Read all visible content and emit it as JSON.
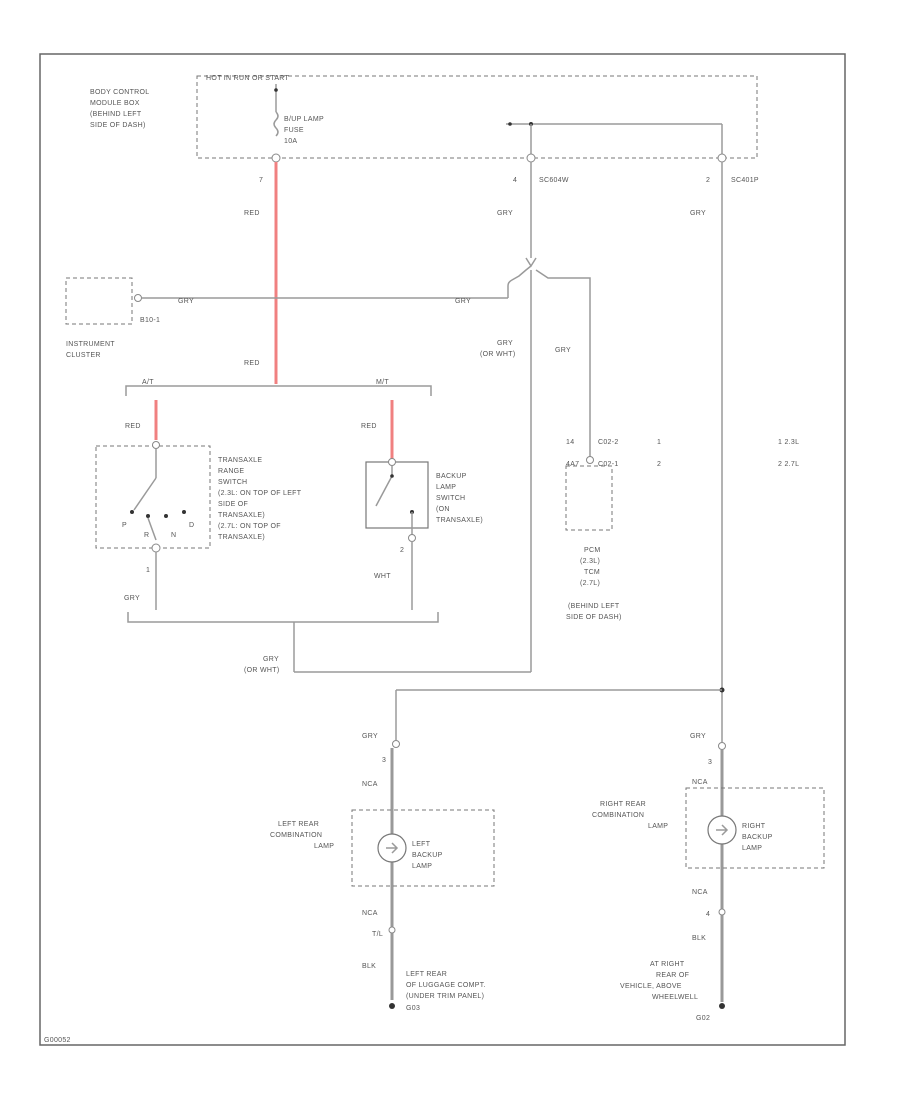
{
  "colors": {
    "wire": "#9a9a9a",
    "power_wire": "#f08080",
    "frame": "#666666"
  },
  "bcm": {
    "title_lines": [
      "BODY CONTROL",
      "MODULE BOX",
      "(BEHIND LEFT",
      "SIDE OF DASH)"
    ],
    "hot_label": "HOT IN RUN OR START",
    "fuse_lines": [
      "B/UP LAMP",
      "FUSE",
      "10A"
    ]
  },
  "pins": {
    "p7": "7",
    "p4": "4",
    "p2": "2",
    "p3r": "3",
    "p3l": "3",
    "p2bu": "2",
    "p1": "1",
    "p4g": "4",
    "p1r": "1",
    "p14": "14"
  },
  "splices": {
    "s_left": "SC604W",
    "s_right": "SC401P"
  },
  "wires": {
    "red1": "RED",
    "red2": "RED",
    "red3": "RED",
    "red4": "RED",
    "gry_s1": "GRY",
    "gry_s2": "GRY",
    "gry_tr": "GRY",
    "gry_cluster": "GRY",
    "gry_mid": "GRY",
    "gry_or_wht1": [
      "GRY",
      "(OR WHT)"
    ],
    "gry_pcm": "GRY",
    "gry_lr": "GRY",
    "gry_rr": "GRY",
    "wht_bu": "WHT",
    "gry_or_wht2": [
      "GRY",
      "(OR WHT)"
    ],
    "nca_lr1": "NCA",
    "nca_lr2": "NCA",
    "nca_rr1": "NCA",
    "nca_rr2": "NCA",
    "blk_l": "BLK",
    "blk_r": "BLK"
  },
  "cluster": {
    "pin": "B10-1",
    "label_lines": [
      "INSTRUMENT",
      "CLUSTER"
    ]
  },
  "branches": {
    "at": "A/T",
    "mt": "M/T"
  },
  "range_switch": {
    "label_lines": [
      "TRANSAXLE",
      "RANGE",
      "SWITCH",
      "(2.3L: ON TOP OF LEFT",
      "SIDE OF",
      "TRANSAXLE)",
      "(2.7L: ON TOP OF",
      "TRANSAXLE)"
    ],
    "positions": [
      "P",
      "R",
      "N",
      "D"
    ]
  },
  "backup_switch": {
    "label_lines": [
      "BACKUP",
      "LAMP",
      "SWITCH",
      "(ON",
      "TRANSAXLE)"
    ]
  },
  "pcm": {
    "row1": [
      "14",
      "C02-2",
      "1"
    ],
    "row2": [
      "4A7",
      "C02-1",
      "2"
    ],
    "label_lines": [
      "PCM",
      "(2.3L)",
      "TCM",
      "(2.7L)",
      "(BEHIND LEFT",
      "SIDE OF DASH)"
    ],
    "legend": [
      "1  2.3L",
      "2  2.7L"
    ]
  },
  "left_lamp": {
    "housing_lines": [
      "LEFT REAR",
      "COMBINATION",
      "LAMP"
    ],
    "bulb_lines": [
      "LEFT",
      "BACKUP",
      "LAMP"
    ],
    "connector": "T/L"
  },
  "right_lamp": {
    "housing_lines": [
      "RIGHT REAR",
      "COMBINATION",
      "LAMP"
    ],
    "bulb_lines": [
      "RIGHT",
      "BACKUP",
      "LAMP"
    ]
  },
  "grounds": {
    "left_lines": [
      "LEFT REAR",
      "OF LUGGAGE COMPT.",
      "(UNDER TRIM PANEL)"
    ],
    "left_id": "G03",
    "right_lines": [
      "AT RIGHT",
      "REAR OF",
      "VEHICLE, ABOVE",
      "WHEELWELL"
    ],
    "right_id": "G02"
  },
  "footer_code": "G00052"
}
